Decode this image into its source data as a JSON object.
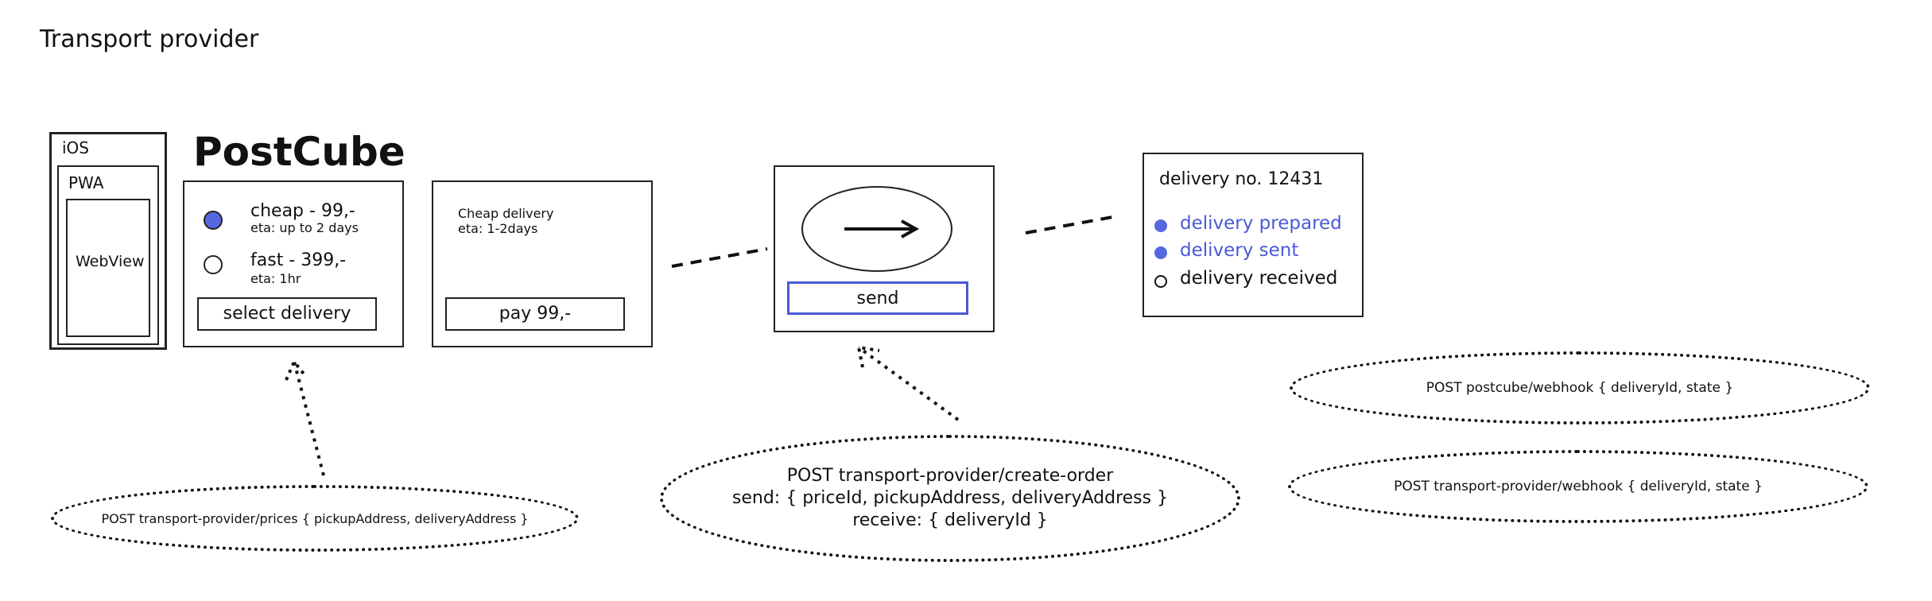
{
  "header": {
    "title": "Transport provider"
  },
  "app": {
    "name": "PostCube"
  },
  "device": {
    "ios": "iOS",
    "pwa": "PWA",
    "webview": "WebView"
  },
  "delivery_options": [
    {
      "title": "cheap - 99,-",
      "eta": "eta: up to 2 days",
      "selected": true
    },
    {
      "title": "fast - 399,-",
      "eta": "eta: 1hr",
      "selected": false
    }
  ],
  "select_button": "select delivery",
  "payment": {
    "name": "Cheap delivery",
    "eta": "eta: 1-2days",
    "button": "pay 99,-"
  },
  "send_screen": {
    "button": "send",
    "icon": "arrow-right-icon"
  },
  "status_card": {
    "title": "delivery no. 12431",
    "states": [
      {
        "label": "delivery prepared",
        "done": true
      },
      {
        "label": "delivery sent",
        "done": true
      },
      {
        "label": "delivery received",
        "done": false
      }
    ]
  },
  "api_calls": {
    "prices": "POST transport-provider/prices { pickupAddress, deliveryAddress }",
    "create_order": {
      "line1": "POST transport-provider/create-order",
      "line2": "send: { priceId, pickupAddress, deliveryAddress }",
      "line3": "receive: { deliveryId }"
    },
    "postcube_webhook": "POST postcube/webhook { deliveryId, state }",
    "transport_webhook": "POST transport-provider/webhook { deliveryId, state }"
  },
  "colors": {
    "accent": "#5568e0",
    "ink": "#111111"
  }
}
